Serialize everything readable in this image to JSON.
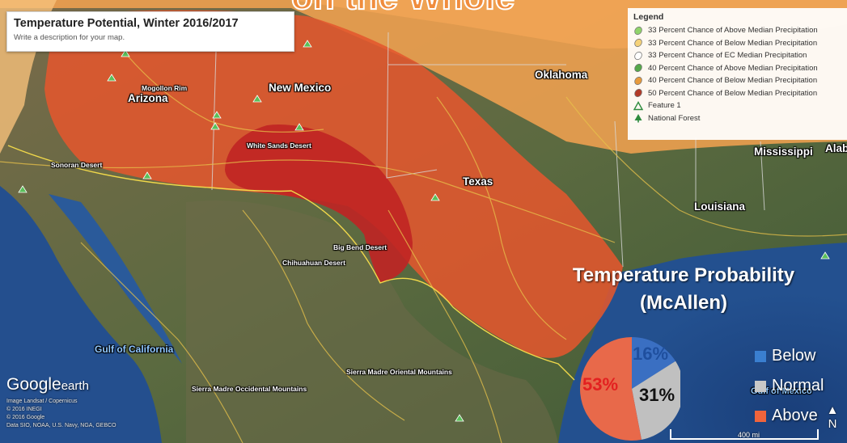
{
  "slide": {
    "title_text": "on the Whole"
  },
  "map_card": {
    "title": "Temperature Potential, Winter 2016/2017",
    "description": "Write a description for your map."
  },
  "legend": {
    "title": "Legend",
    "items": [
      {
        "label": "33 Percent Chance of Above Median Precipitation",
        "color": "#8fd36a",
        "icon": "polygon-icon"
      },
      {
        "label": "33 Percent Chance of Below Median Precipitation",
        "color": "#f5d27a",
        "icon": "polygon-icon"
      },
      {
        "label": "33 Percent Chance of EC Median Precipitation",
        "color": "#ffffff",
        "icon": "polygon-icon"
      },
      {
        "label": "40 Percent Chance of Above Median Precipitation",
        "color": "#55a84a",
        "icon": "polygon-icon"
      },
      {
        "label": "40 Percent Chance of Below Median Precipitation",
        "color": "#e79a3c",
        "icon": "polygon-icon"
      },
      {
        "label": "50 Percent Chance of Below Median Precipitation",
        "color": "#b23a28",
        "icon": "polygon-icon"
      },
      {
        "label": "Feature 1",
        "color": "#2e8b3e",
        "icon": "triangle-outline-icon"
      },
      {
        "label": "National Forest",
        "color": "#2e8b3e",
        "icon": "tree-icon"
      }
    ]
  },
  "places": {
    "arizona": "Arizona",
    "new_mexico": "New Mexico",
    "oklahoma": "Oklahoma",
    "texas": "Texas",
    "louisiana": "Louisiana",
    "mississippi": "Mississippi",
    "alabama": "Alab",
    "mogollon_rim": "Mogollon Rim",
    "white_sands": "White Sands Desert",
    "sonoran": "Sonoran Desert",
    "big_bend": "Big Bend Desert",
    "chihuahuan": "Chihuahuan Desert",
    "sierra_madre_oriental": "Sierra Madre Oriental Mountains",
    "sierra_madre_occidental": "Sierra Madre Occidental Mountains",
    "gulf_of_california": "Gulf of California",
    "gulf_of_mexico": "Gulf of Mexico"
  },
  "probability": {
    "title_line1": "Temperature Probability",
    "title_line2": "(McAllen)",
    "slices": [
      {
        "name": "Below",
        "value": 16,
        "label": "16%",
        "color": "#3a6fc2"
      },
      {
        "name": "Normal",
        "value": 31,
        "label": "31%",
        "color": "#c0c0c0"
      },
      {
        "name": "Above",
        "value": 53,
        "label": "53%",
        "color": "#e8694a"
      }
    ],
    "legend": [
      {
        "name": "Below",
        "color": "#3a7fd0"
      },
      {
        "name": "Normal",
        "color": "#c8c8c8"
      },
      {
        "name": "Above",
        "color": "#f0643c"
      }
    ]
  },
  "branding": {
    "google": "Google",
    "earth": "earth",
    "credits": [
      "Image Landsat / Copernicus",
      "© 2016 INEGI",
      "© 2016 Google",
      "Data SIO, NOAA, U.S. Navy, NGA, GEBCO"
    ]
  },
  "scale": {
    "label": "400 mi"
  },
  "north": {
    "label": "N"
  },
  "colors": {
    "zone_outer": "#f0a050",
    "zone_mid": "#e2572e",
    "zone_inner": "#c02424",
    "zone_top_pale": "#f6c07a"
  }
}
